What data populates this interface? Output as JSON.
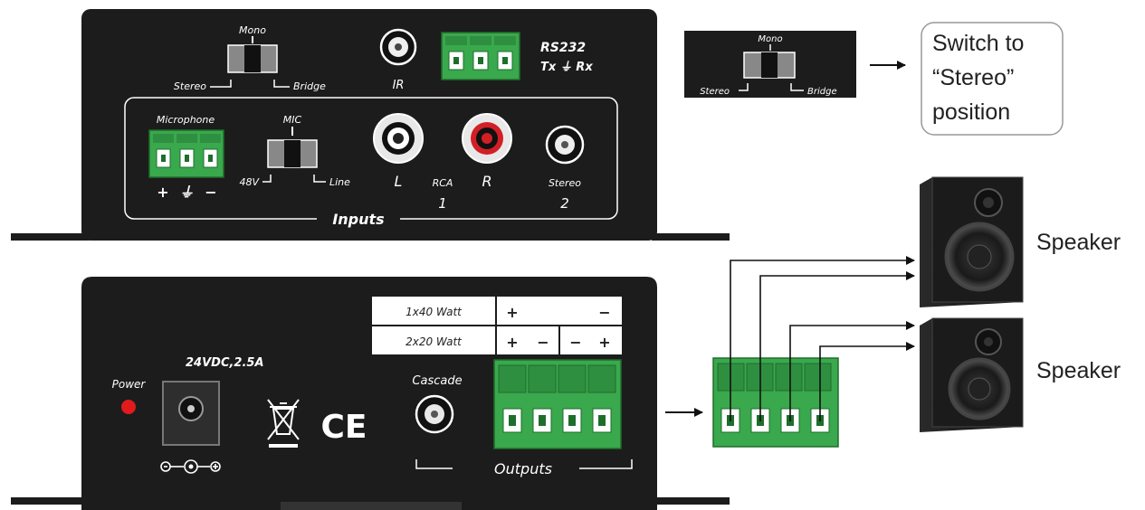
{
  "colors": {
    "panel": "#1c1c1c",
    "terminal_green": "#3aa84d",
    "rca_red": "#d21f26",
    "power_led": "#e11b1b"
  },
  "top_panel": {
    "mode_switch": {
      "title": "Mono",
      "left": "Stereo",
      "right": "Bridge"
    },
    "ir_label": "IR",
    "rs232": {
      "title": "RS232",
      "pins": "Tx ⏚ Rx"
    },
    "inputs_label": "Inputs",
    "microphone": {
      "title": "Microphone",
      "pins": [
        "+",
        "⏚",
        "−"
      ]
    },
    "mic_switch": {
      "title": "MIC",
      "left": "48V",
      "right": "Line"
    },
    "rca": {
      "left": "L",
      "right": "R",
      "group": "RCA",
      "number": "1"
    },
    "stereo": {
      "title": "Stereo",
      "number": "2"
    }
  },
  "bottom_panel": {
    "power_label": "Power",
    "dc_label": "24VDC,2.5A",
    "ce_mark": "CE",
    "cascade_label": "Cascade",
    "outputs_label": "Outputs",
    "watt_table": {
      "rows": [
        {
          "label": "1x40 Watt",
          "signs": [
            "+",
            "",
            "",
            "−"
          ]
        },
        {
          "label": "2x20 Watt",
          "signs": [
            "+",
            "−",
            "−",
            "+"
          ]
        }
      ]
    }
  },
  "callout": {
    "switch_title": "Mono",
    "switch_left": "Stereo",
    "switch_right": "Bridge",
    "note_lines": [
      "Switch to",
      "“Stereo”",
      "position"
    ]
  },
  "speakers": [
    {
      "label": "Speaker"
    },
    {
      "label": "Speaker"
    }
  ]
}
